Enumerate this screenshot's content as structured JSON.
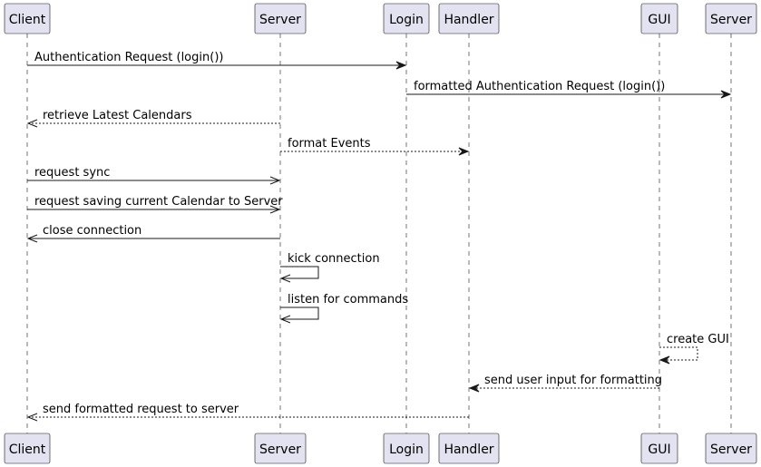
{
  "participants": [
    {
      "id": "client",
      "label": "Client"
    },
    {
      "id": "server",
      "label": "Server"
    },
    {
      "id": "login",
      "label": "Login"
    },
    {
      "id": "handler",
      "label": "Handler"
    },
    {
      "id": "gui",
      "label": "GUI"
    },
    {
      "id": "server2",
      "label": "Server"
    }
  ],
  "messages": [
    {
      "from": "client",
      "to": "login",
      "label": "Authentication Request (login())",
      "style": "solid",
      "head": "filled"
    },
    {
      "from": "login",
      "to": "server2",
      "label": "formatted Authentication Request (login())",
      "style": "solid",
      "head": "filled"
    },
    {
      "from": "server",
      "to": "client",
      "label": "retrieve Latest Calendars",
      "style": "dashed",
      "head": "open"
    },
    {
      "from": "server",
      "to": "handler",
      "label": "format Events",
      "style": "dashed",
      "head": "filled"
    },
    {
      "from": "client",
      "to": "server",
      "label": "request sync",
      "style": "solid",
      "head": "open"
    },
    {
      "from": "client",
      "to": "server",
      "label": "request saving current Calendar to Server",
      "style": "solid",
      "head": "open"
    },
    {
      "from": "server",
      "to": "client",
      "label": "close connection",
      "style": "solid",
      "head": "open"
    },
    {
      "from": "server",
      "to": "server",
      "label": "kick connection",
      "style": "solid",
      "head": "open"
    },
    {
      "from": "server",
      "to": "server",
      "label": "listen for commands",
      "style": "solid",
      "head": "open"
    },
    {
      "from": "gui",
      "to": "gui",
      "label": "create GUI",
      "style": "dashed",
      "head": "filled"
    },
    {
      "from": "gui",
      "to": "handler",
      "label": "send user input for formatting",
      "style": "dashed",
      "head": "filled"
    },
    {
      "from": "handler",
      "to": "client",
      "label": "send formatted request to server",
      "style": "dashed",
      "head": "open"
    }
  ]
}
